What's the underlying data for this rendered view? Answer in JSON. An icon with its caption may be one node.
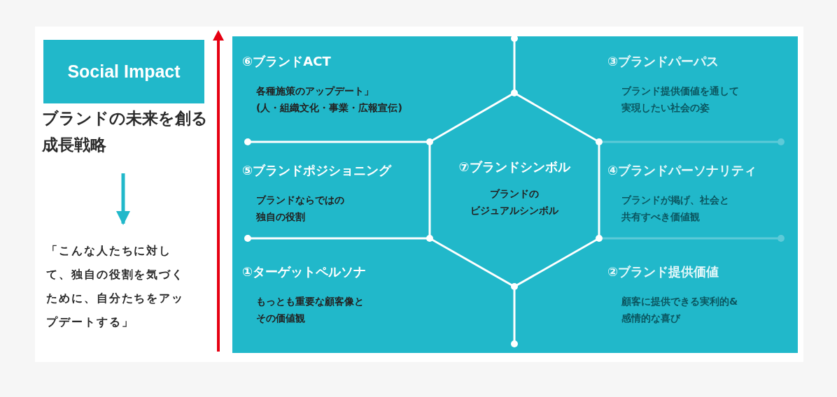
{
  "diagram": {
    "nodes": [
      {
        "text": [
          "Social Impact"
        ]
      },
      {
        "text": [
          "ブランドの未来を創る成長戦略"
        ]
      },
      {
        "text": [
          "「こんな人たちに対して、独自の役割を気づくために、自分たちをアップデートする」"
        ]
      },
      {
        "text": [],
        "shape": "box"
      },
      {
        "text": [
          "⑥ブランドACT",
          "各種施策のアップデート」(人・組織文化・事業・広報宣伝)"
        ],
        "in": 3
      },
      {
        "text": [
          "⑤ブランドポジショニング",
          "ブランドならではの独自の役割"
        ],
        "in": 3
      },
      {
        "text": [
          "①ターゲットペルソナ",
          "もっとも重要な顧客像とその価値観"
        ],
        "in": 3
      },
      {
        "text": [
          "⑦ブランドシンボル",
          "ブランドのビジュアルシンボル"
        ],
        "in": 3
      },
      {
        "text": [
          "③ブランドパーパス",
          "ブランド提供価値を通して実現したい社会の姿"
        ],
        "in": 3
      },
      {
        "text": [
          "④ブランドパーソナリティ",
          "ブランドが掲げ、社会と共有すべき価値観"
        ],
        "in": 3
      },
      {
        "text": [
          "②ブランド提供価値",
          "顧客に提供できる実利的&感情的な喜び"
        ],
        "in": 3
      }
    ],
    "edges": [
      {
        "from": 1,
        "to": 2,
        "arrow": "to"
      }
    ]
  }
}
